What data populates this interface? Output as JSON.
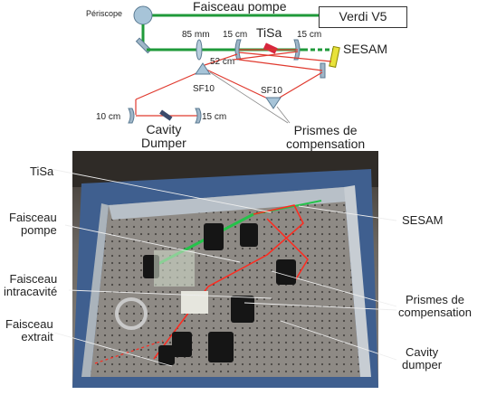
{
  "schematic": {
    "top_beam_label": "Faisceau pompe",
    "laser_box_label": "Verdi V5",
    "periscope_label": "Périscope",
    "crystal_label": "TiSa",
    "mirror_focal_85": "85 mm",
    "mirror_15cm_a": "15 cm",
    "mirror_15cm_b": "15 cm",
    "mirror_52cm": "52 cm",
    "sesam_label": "SESAM",
    "prism1_label": "SF10",
    "prism2_label": "SF10",
    "mirror_10cm": "10 cm",
    "mirror_15cm_c": "15 cm",
    "cavity_dumper_label": "Cavity\nDumper",
    "compensation_label": "Prismes de\ncompensation"
  },
  "photo_labels": {
    "tisa": "TiSa",
    "pump_beam": "Faisceau\npompe",
    "intracavity_beam": "Faisceau\nintracavité",
    "extracted_beam": "Faisceau\nextrait",
    "sesam": "SESAM",
    "compensation": "Prismes de\ncompensation",
    "cavity_dumper": "Cavity\ndumper"
  },
  "colors": {
    "pump_green": "#1f9a3a",
    "cavity_red": "#e03a2f",
    "optic_blue": "#9fb6c8",
    "sesam_yellow": "#e8e23a",
    "crystal_red": "#d7263d"
  }
}
